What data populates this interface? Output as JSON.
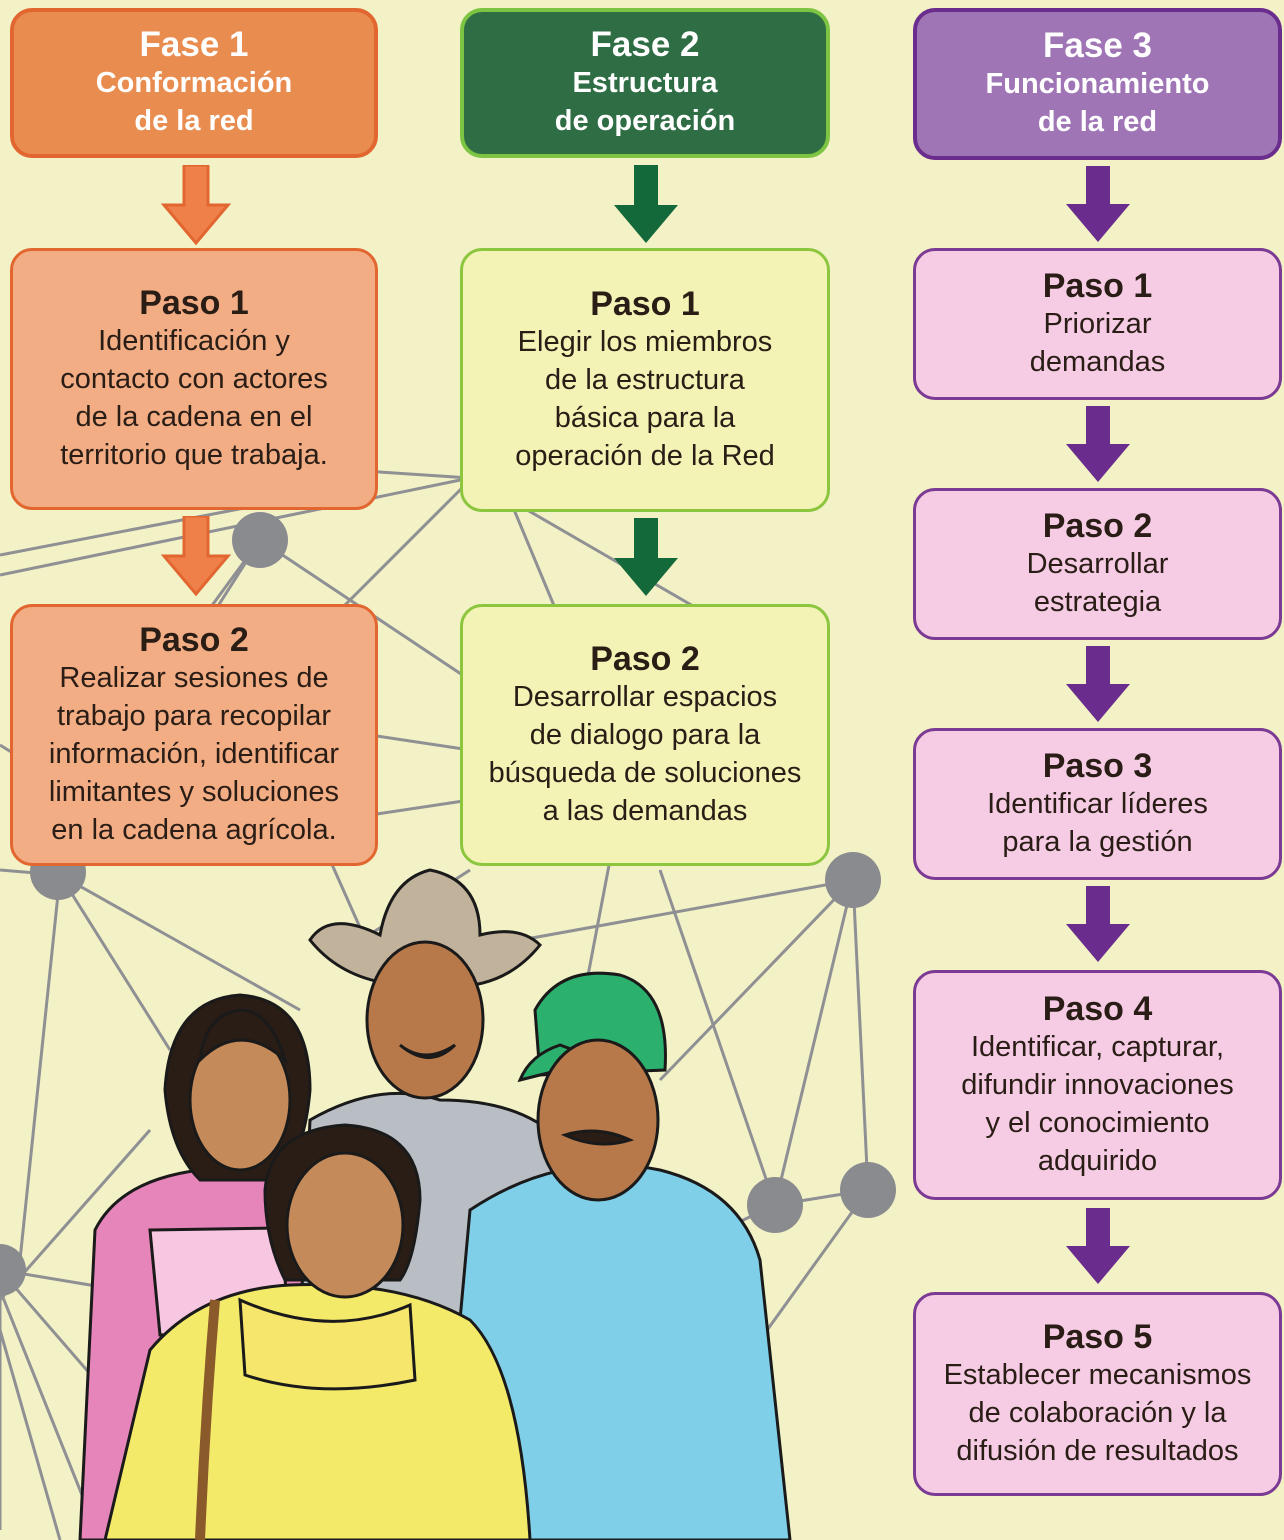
{
  "colors": {
    "background": "#f3f1c6",
    "network_lines": "#8f9093",
    "network_nodes": "#8a8b8f",
    "phase1_header": "#e98c4f",
    "phase1_step": "#f2ad84",
    "phase1_arrow": "#f0804a",
    "phase2_header": "#2f6e45",
    "phase2_step": "#f2f3b5",
    "phase2_arrow": "#13693a",
    "phase3_header": "#9f75b5",
    "phase3_step": "#f5cce4",
    "phase3_arrow": "#6a2d8e"
  },
  "phases": [
    {
      "title": "Fase 1",
      "subtitle": "Conformación\nde la red",
      "steps": [
        {
          "title": "Paso 1",
          "text": "Identificación y\ncontacto con actores\nde la cadena en el\nterritorio que trabaja."
        },
        {
          "title": "Paso 2",
          "text": "Realizar sesiones de\ntrabajo para recopilar\ninformación, identificar\nlimitantes y soluciones\nen la cadena agrícola."
        }
      ]
    },
    {
      "title": "Fase 2",
      "subtitle": "Estructura\nde operación",
      "steps": [
        {
          "title": "Paso 1",
          "text": "Elegir los miembros\nde la estructura\nbásica para la\noperación de la Red"
        },
        {
          "title": "Paso 2",
          "text": "Desarrollar espacios\nde dialogo para la\nbúsqueda de soluciones\na las demandas"
        }
      ]
    },
    {
      "title": "Fase 3",
      "subtitle": "Funcionamiento\nde la red",
      "steps": [
        {
          "title": "Paso 1",
          "text": "Priorizar\ndemandas"
        },
        {
          "title": "Paso 2",
          "text": "Desarrollar\nestrategia"
        },
        {
          "title": "Paso 3",
          "text": "Identificar líderes\npara la gestión"
        },
        {
          "title": "Paso 4",
          "text": "Identificar, capturar,\ndifundir innovaciones\ny el conocimiento\nadquirido"
        },
        {
          "title": "Paso 5",
          "text": "Establecer mecanismos\nde colaboración y la\ndifusión de resultados"
        }
      ]
    }
  ],
  "illustration": "group-of-farmers"
}
